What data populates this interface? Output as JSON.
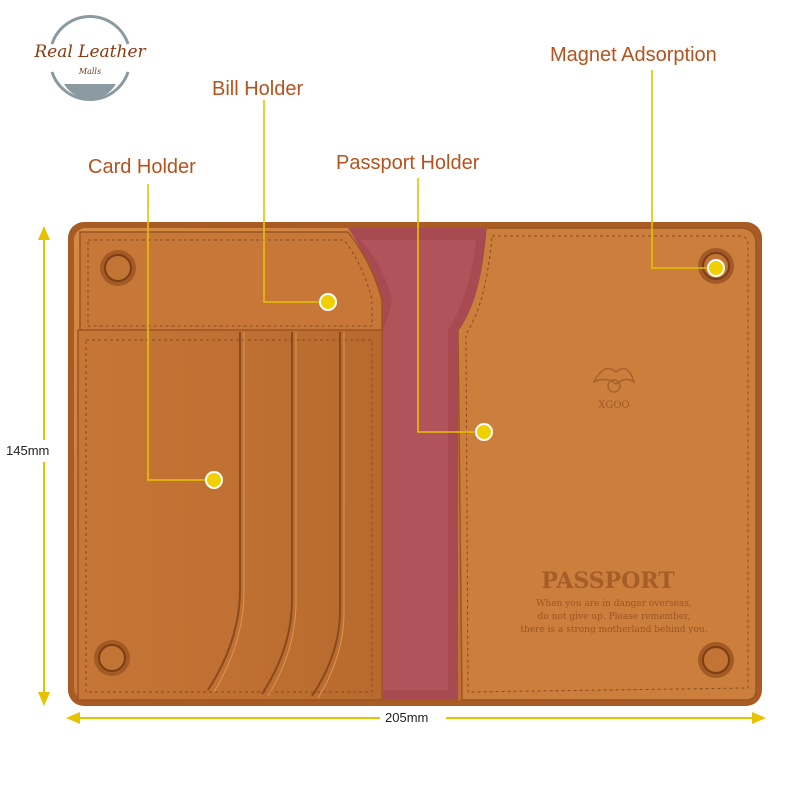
{
  "logo": {
    "title": "Real Leather",
    "subtitle": "Malls",
    "ring_color": "#8a9aa0",
    "text_color": "#8a3a12"
  },
  "callouts": {
    "card_holder": "Card Holder",
    "bill_holder": "Bill Holder",
    "passport_holder": "Passport Holder",
    "magnet_adsorption": "Magnet Adsorption"
  },
  "dimensions": {
    "height": "145mm",
    "width": "205mm"
  },
  "wallet": {
    "passport_title": "PASSPORT",
    "passport_lines": [
      "When you are in danger overseas,",
      "do not give up. Please remember,",
      "there is a strong motherland behind you."
    ],
    "brand_mark": "XGOO"
  },
  "colors": {
    "leather": "#c97a3a",
    "leather_dark": "#9c5522",
    "felt": "#a84a52",
    "callout_text": "#b5521d",
    "callout_line": "#e6c200",
    "dimension_arrow": "#e6c200"
  }
}
